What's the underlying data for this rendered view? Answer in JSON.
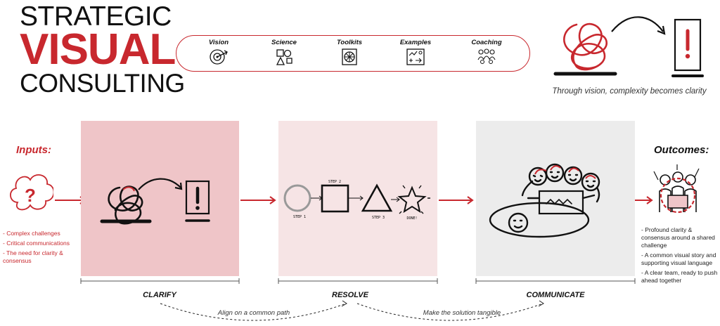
{
  "brand": {
    "line1": "STRATEGIC",
    "line2": "VISUAL",
    "line3": "CONSULTING"
  },
  "nav": [
    {
      "label": "Vision",
      "icon": "vision-icon"
    },
    {
      "label": "Science",
      "icon": "science-icon"
    },
    {
      "label": "Toolkits",
      "icon": "toolkits-icon"
    },
    {
      "label": "Examples",
      "icon": "examples-icon"
    },
    {
      "label": "Coaching",
      "icon": "coaching-icon"
    }
  ],
  "hero": {
    "tagline": "Through vision, complexity becomes clarity"
  },
  "inputs": {
    "title": "Inputs:",
    "items": [
      "- Complex challenges",
      "- Critical communications",
      "- The need for clarity & consensus"
    ]
  },
  "outcomes": {
    "title": "Outcomes:",
    "items": [
      "- Profound clarity & consensus around a shared challenge",
      "- A common visual story and supporting visual language",
      "- A clear team, ready to push ahead together"
    ]
  },
  "stages": [
    {
      "label": "CLARIFY"
    },
    {
      "label": "RESOLVE"
    },
    {
      "label": "COMMUNICATE"
    }
  ],
  "resolve_steps": {
    "step1": "STEP 1",
    "step2": "STEP 2",
    "step3": "STEP 3",
    "done": "DONE!"
  },
  "paths": [
    {
      "label": "Align on a  common path"
    },
    {
      "label": "Make the solution tangible"
    }
  ],
  "colors": {
    "accent": "#c8282e",
    "clarify_bg": "#efc5c8",
    "resolve_bg": "#f6e4e5",
    "communicate_bg": "#ececec"
  }
}
